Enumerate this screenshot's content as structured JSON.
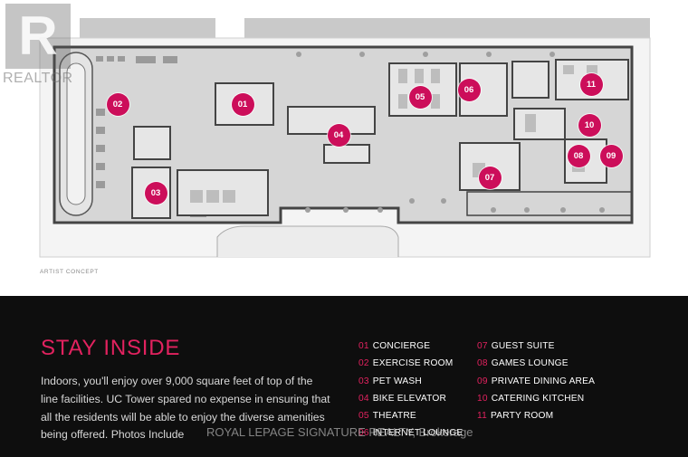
{
  "watermark_logo": {
    "text": "REALTOR",
    "icon": "realtor-r-logo"
  },
  "floorplan": {
    "caption": "ARTIST CONCEPT",
    "markers": [
      "01",
      "02",
      "03",
      "04",
      "05",
      "06",
      "07",
      "08",
      "09",
      "10",
      "11"
    ]
  },
  "info": {
    "heading": "STAY INSIDE",
    "body": "Indoors, you'll enjoy over 9,000 square feet of top of the line facilities. UC Tower spared no expense in ensuring that all the residents will be able to enjoy the diverse amenities being offered. Photos Include",
    "amenities_left": [
      {
        "num": "01",
        "name": "CONCIERGE"
      },
      {
        "num": "02",
        "name": "EXERCISE ROOM"
      },
      {
        "num": "03",
        "name": "PET WASH"
      },
      {
        "num": "04",
        "name": "BIKE ELEVATOR"
      },
      {
        "num": "05",
        "name": "THEATRE"
      },
      {
        "num": "06",
        "name": "INTERNET LOUNGE"
      }
    ],
    "amenities_right": [
      {
        "num": "07",
        "name": "GUEST SUITE"
      },
      {
        "num": "08",
        "name": "GAMES LOUNGE"
      },
      {
        "num": "09",
        "name": "PRIVATE DINING AREA"
      },
      {
        "num": "10",
        "name": "CATERING KITCHEN"
      },
      {
        "num": "11",
        "name": "PARTY ROOM"
      }
    ],
    "watermark": "ROYAL LEPAGE SIGNATURE REALTY, Brokerage"
  },
  "colors": {
    "accent": "#e2225f",
    "marker": "#cc0e5a",
    "panel_bg": "#0e0e0e"
  }
}
